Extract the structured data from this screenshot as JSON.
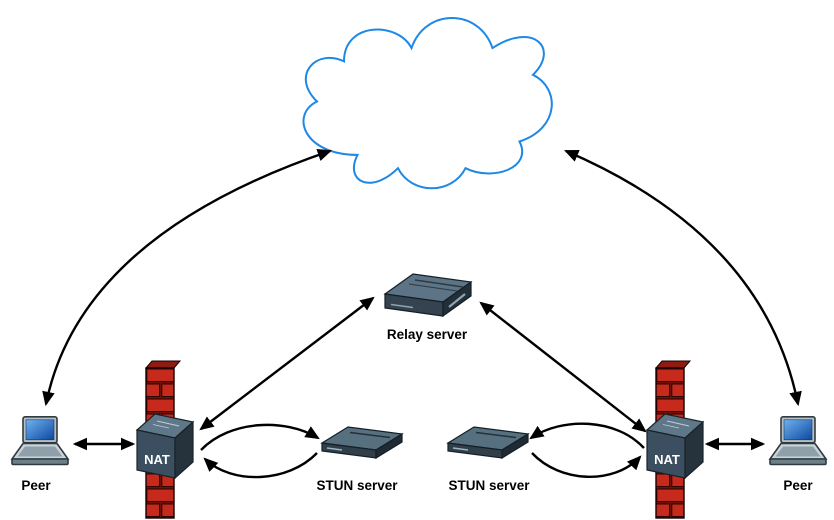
{
  "nodes": {
    "internet_cloud": {
      "label": "",
      "icon": "cloud"
    },
    "relay_server": {
      "label": "Relay server",
      "icon": "server-3d"
    },
    "stun_server_left": {
      "label": "STUN server",
      "icon": "flat-server"
    },
    "stun_server_right": {
      "label": "STUN server",
      "icon": "flat-server"
    },
    "nat_left": {
      "label": "NAT",
      "icon": "firewall-with-cube"
    },
    "nat_right": {
      "label": "NAT",
      "icon": "firewall-with-cube"
    },
    "peer_left": {
      "label": "Peer",
      "icon": "laptop"
    },
    "peer_right": {
      "label": "Peer",
      "icon": "laptop"
    }
  },
  "connections": [
    {
      "from": "peer_left",
      "to": "internet_cloud",
      "arrowheads": "both",
      "shape": "curve"
    },
    {
      "from": "peer_right",
      "to": "internet_cloud",
      "arrowheads": "both",
      "shape": "curve"
    },
    {
      "from": "peer_left",
      "to": "nat_left",
      "arrowheads": "both",
      "shape": "straight"
    },
    {
      "from": "peer_right",
      "to": "nat_right",
      "arrowheads": "both",
      "shape": "straight"
    },
    {
      "from": "nat_left",
      "to": "relay_server",
      "arrowheads": "both",
      "shape": "straight"
    },
    {
      "from": "nat_right",
      "to": "relay_server",
      "arrowheads": "both",
      "shape": "straight"
    },
    {
      "from": "nat_left",
      "to": "stun_server_left",
      "arrowheads": "end",
      "shape": "arc-up"
    },
    {
      "from": "stun_server_left",
      "to": "nat_left",
      "arrowheads": "end",
      "shape": "arc-down"
    },
    {
      "from": "nat_right",
      "to": "stun_server_right",
      "arrowheads": "end",
      "shape": "arc-up"
    },
    {
      "from": "stun_server_right",
      "to": "nat_right",
      "arrowheads": "end",
      "shape": "arc-down"
    }
  ],
  "colors": {
    "background": "#ffffff",
    "cloud_stroke": "#1e88e5",
    "arrow": "#000000",
    "label_text": "#000000",
    "nat_label_text": "#ffffff",
    "firewall_brick": "#c62a1c",
    "firewall_mortar": "#6e120a",
    "device_top": "#5d7486",
    "device_front": "#36454f",
    "device_side": "#232f38",
    "laptop_screen_blue": "#1565c0"
  }
}
